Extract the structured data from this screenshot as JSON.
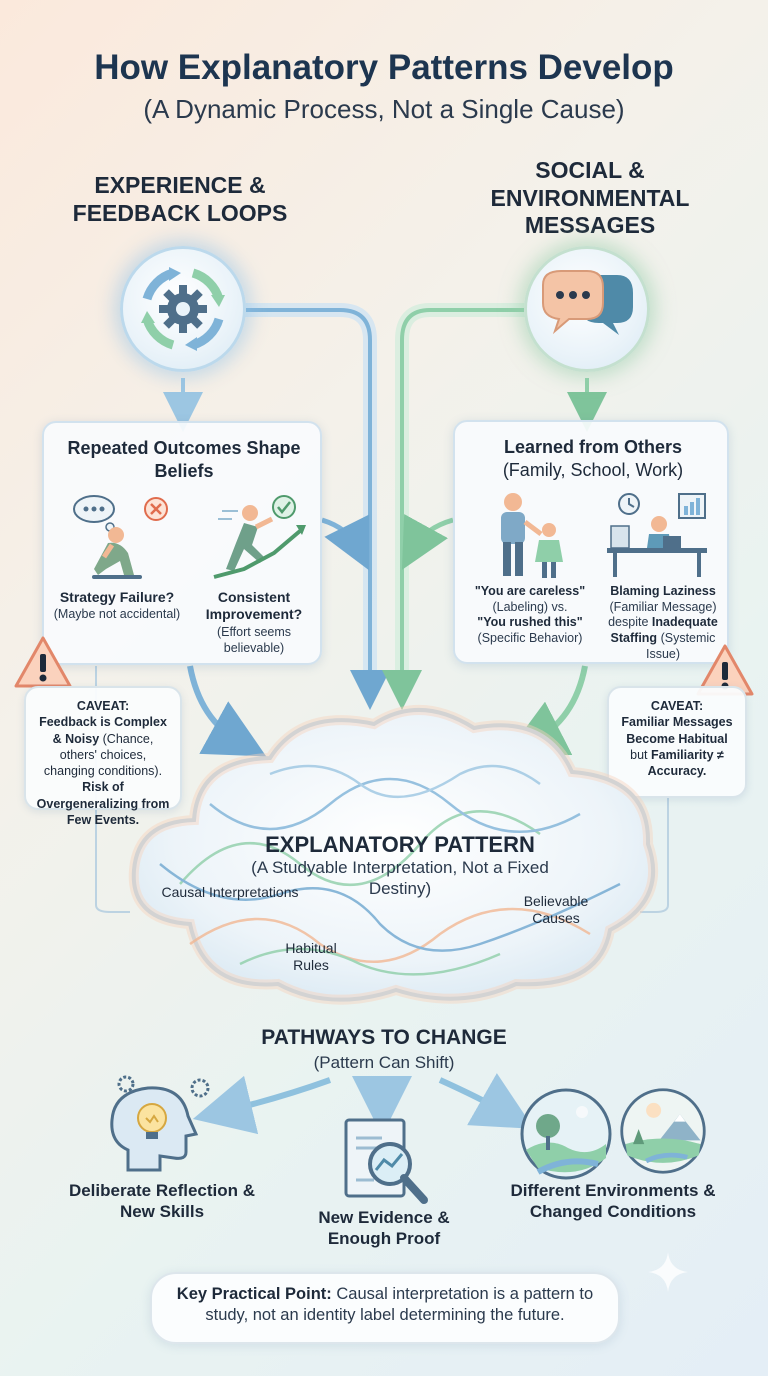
{
  "header": {
    "title": "How Explanatory Patterns Develop",
    "subtitle": "(A Dynamic Process, Not a Single Cause)"
  },
  "experience": {
    "heading": "EXPERIENCE & FEEDBACK LOOPS",
    "icon": "gear-cycle-icon",
    "card_title": "Repeated Outcomes Shape Beliefs",
    "failure_label": "Strategy Failure?",
    "failure_note": "(Maybe not accidental)",
    "improve_label": "Consistent Improvement?",
    "improve_note": "(Effort seems believable)",
    "caveat_label": "CAVEAT:",
    "caveat_bold1": "Feedback is Complex & Noisy",
    "caveat_text": "(Chance, others' choices, changing conditions).",
    "caveat_bold2": "Risk of Overgeneralizing from Few Events."
  },
  "social": {
    "heading": "SOCIAL & ENVIRONMENTAL MESSAGES",
    "icon": "speech-bubbles-icon",
    "card_title": "Learned from Others",
    "card_subtitle": "(Family, School, Work)",
    "quote1": "\"You are careless\"",
    "quote1_note": "(Labeling) vs.",
    "quote2": "\"You rushed this\"",
    "quote2_note": "(Specific Behavior)",
    "blame_bold": "Blaming Laziness",
    "blame_note": "(Familiar Message) despite",
    "blame_bold2": "Inadequate Staffing",
    "blame_note2": "(Systemic Issue)",
    "caveat_label": "CAVEAT:",
    "caveat_text1": "Familiar Messages Become Habitual",
    "caveat_but": "but",
    "caveat_text2": "Familiarity ≠ Accuracy."
  },
  "pattern": {
    "title": "EXPLANATORY PATTERN",
    "subtitle": "(A Studyable Interpretation, Not a Fixed Destiny)",
    "label_causal": "Causal Interpretations",
    "label_habitual": "Habitual Rules",
    "label_believable": "Believable Causes"
  },
  "pathways": {
    "heading": "PATHWAYS TO CHANGE",
    "subheading": "(Pattern Can Shift)",
    "item1": "Deliberate Reflection & New Skills",
    "item2": "New Evidence & Enough Proof",
    "item3": "Different Environments & Changed Conditions"
  },
  "key": {
    "bold": "Key Practical Point:",
    "text": "Causal interpretation is a pattern to study, not an identity label determining the future."
  },
  "colors": {
    "title": "#1d3550",
    "blue_arrow": "#7fb3d8",
    "green_arrow": "#8fcfa9",
    "orange_warning": "#f2a785",
    "teal_icon": "#4f8aa8"
  }
}
